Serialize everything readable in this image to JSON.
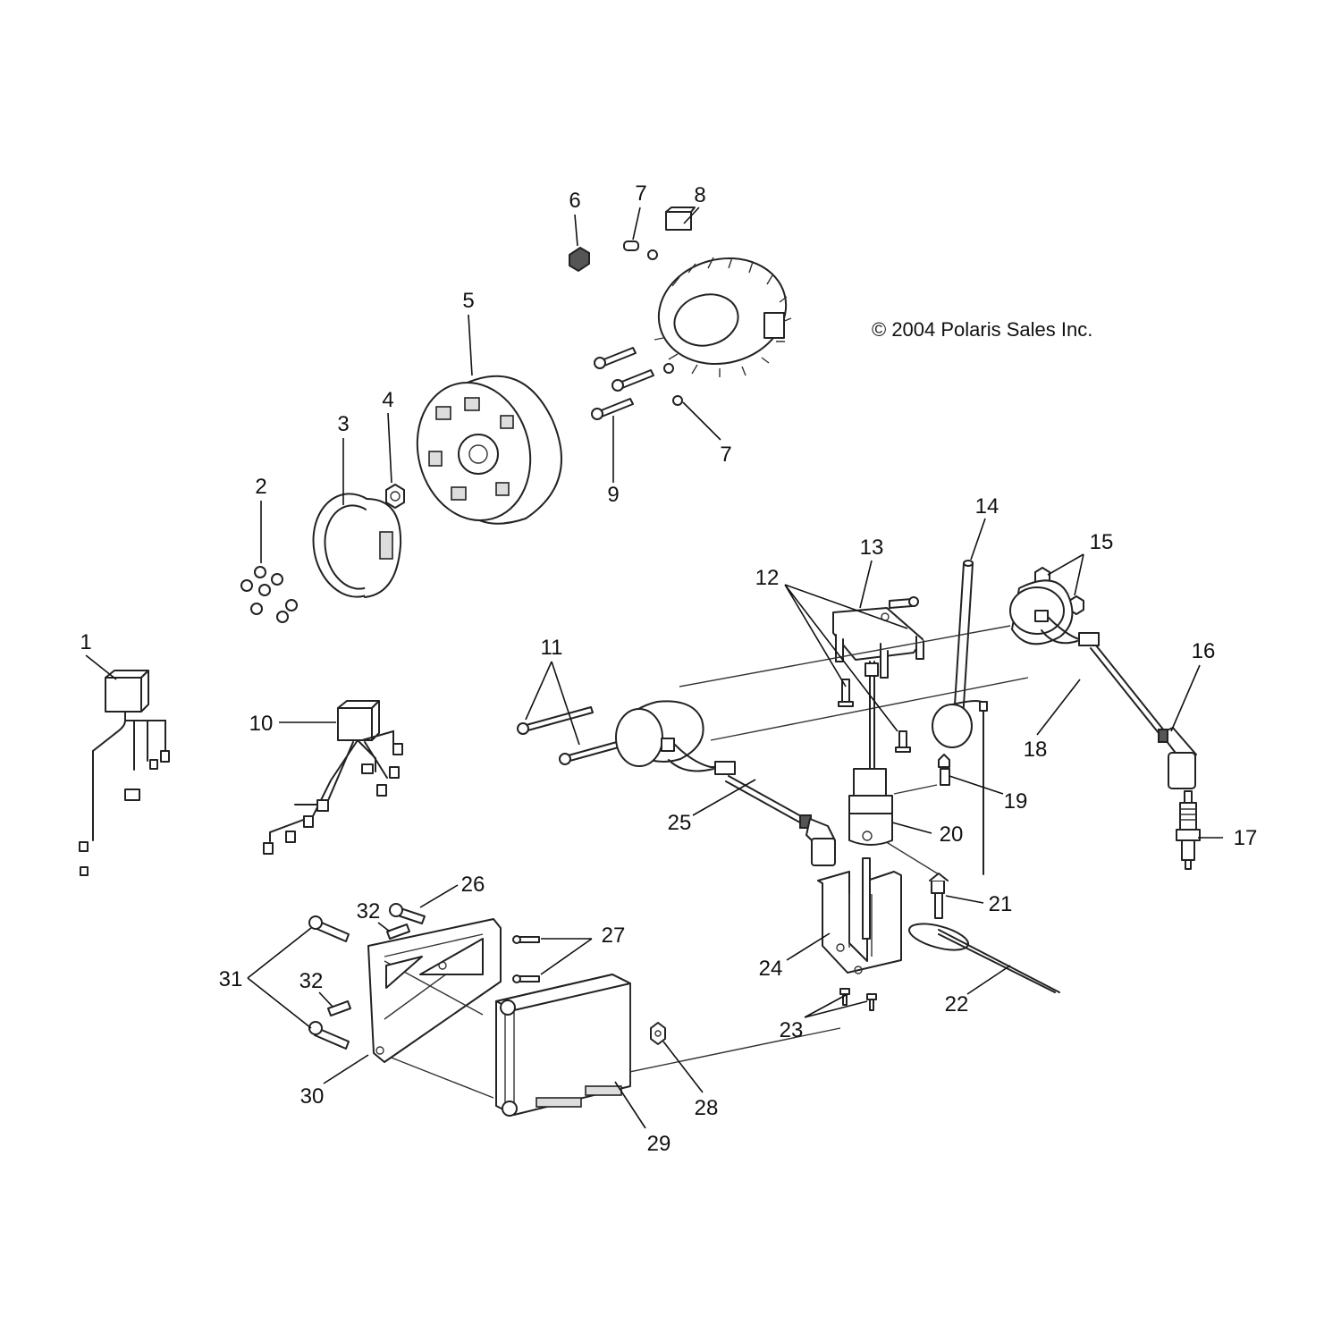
{
  "copyright": "© 2004 Polaris Sales Inc.",
  "callouts": [
    "1",
    "2",
    "3",
    "4",
    "5",
    "6",
    "7",
    "7",
    "8",
    "9",
    "10",
    "11",
    "12",
    "13",
    "14",
    "15",
    "16",
    "17",
    "18",
    "19",
    "20",
    "21",
    "22",
    "23",
    "24",
    "25",
    "26",
    "27",
    "28",
    "29",
    "30",
    "31",
    "32",
    "32"
  ]
}
